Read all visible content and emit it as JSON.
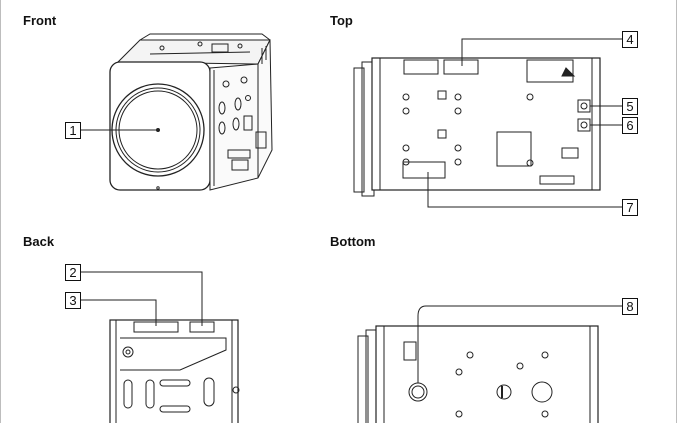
{
  "views": {
    "front": {
      "title": "Front"
    },
    "top": {
      "title": "Top"
    },
    "back": {
      "title": "Back"
    },
    "bottom": {
      "title": "Bottom"
    }
  },
  "callouts": [
    "1",
    "2",
    "3",
    "4",
    "5",
    "6",
    "7",
    "8"
  ]
}
